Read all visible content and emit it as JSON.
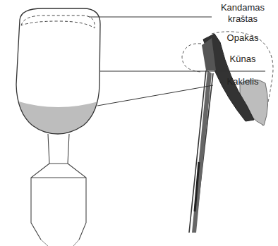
{
  "diagram": {
    "labels": [
      "Kandamas kraštas",
      "Opakas",
      "Kūnas",
      "Kaklelis"
    ]
  }
}
